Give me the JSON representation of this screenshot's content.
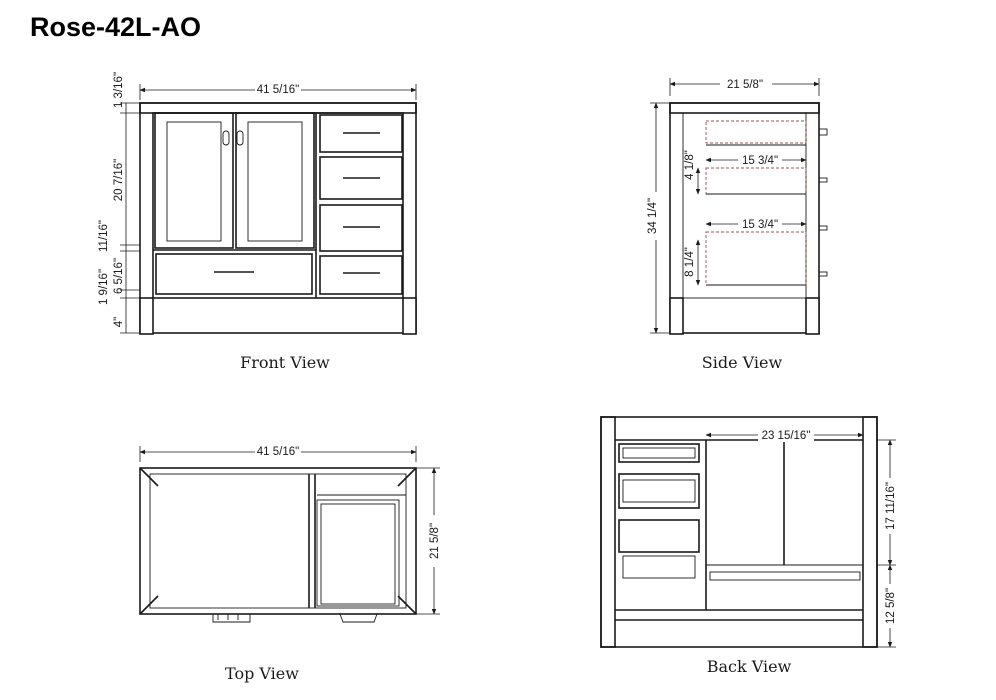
{
  "title": "Rose-42L-AO",
  "views": {
    "front": "Front View",
    "side": "Side View",
    "top": "Top View",
    "back": "Back View"
  },
  "dimensions": {
    "front_width": "41 5/16\"",
    "front_top_rail": "1 3/16\"",
    "front_door_height": "20 7/16\"",
    "front_mid_rail": "11/16\"",
    "front_drawer_height": "6 5/16\"",
    "front_bottom_rail": "1 9/16\"",
    "front_leg": "4\"",
    "side_width": "21 5/8\"",
    "side_height": "34 1/4\"",
    "side_upper_depth": "15 3/4\"",
    "side_upper_height": "4 1/8\"",
    "side_lower_depth": "15 3/4\"",
    "side_lower_height": "8 1/4\"",
    "top_width": "41 5/16\"",
    "top_depth": "21 5/8\"",
    "back_opening_width": "23 15/16\"",
    "back_upper_height": "17 11/16\"",
    "back_lower_height": "12 5/8\""
  }
}
